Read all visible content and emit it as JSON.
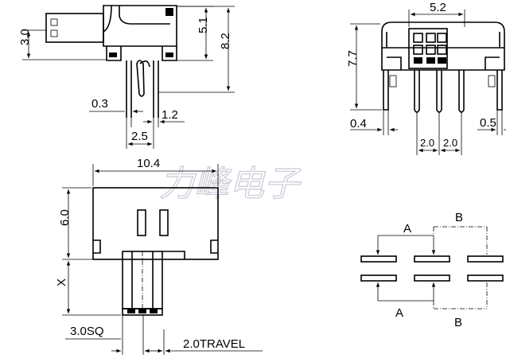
{
  "watermark": "力峰电子",
  "side_view": {
    "dim_height_body": "3.0",
    "dim_height_51": "5.1",
    "dim_height_82": "8.2",
    "dim_pin_width": "0.3",
    "dim_pin_offset": "1.2",
    "dim_pin_pitch": "2.5"
  },
  "end_view": {
    "dim_top_width": "5.2",
    "dim_height": "7.7",
    "dim_left_offset": "0.4",
    "dim_right_offset": "0.5",
    "dim_pitch_1": "2.0",
    "dim_pitch_2": "2.0"
  },
  "top_view": {
    "dim_length": "10.4",
    "dim_width": "6.0",
    "dim_actuator": "X",
    "dim_actuator_size": "3.0SQ",
    "dim_travel": "2.0TRAVEL"
  },
  "schematic": {
    "label_a_top": "A",
    "label_b_top": "B",
    "label_a_bottom": "A",
    "label_b_bottom": "B"
  }
}
